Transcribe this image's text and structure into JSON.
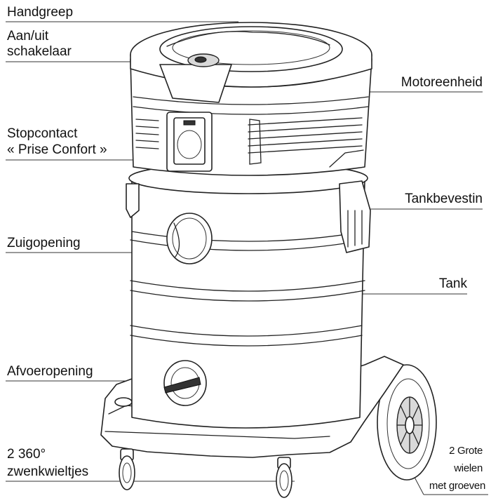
{
  "labels": {
    "handgreep": "Handgreep",
    "aan_uit_1": "Aan/uit",
    "aan_uit_2": "schakelaar",
    "motoreenheid": "Motoreenheid",
    "stopcontact_1": "Stopcontact",
    "stopcontact_2": "« Prise Confort »",
    "tankbevestin": "Tankbevestin",
    "zuigopening": "Zuigopening",
    "tank": "Tank",
    "afvoeropening": "Afvoeropening",
    "zwenkwiel_1": "2 360°",
    "zwenkwiel_2": "zwenkwieltjes",
    "wielen_1": "2 Grote",
    "wielen_2": "wielen",
    "wielen_3": "met groeven"
  }
}
